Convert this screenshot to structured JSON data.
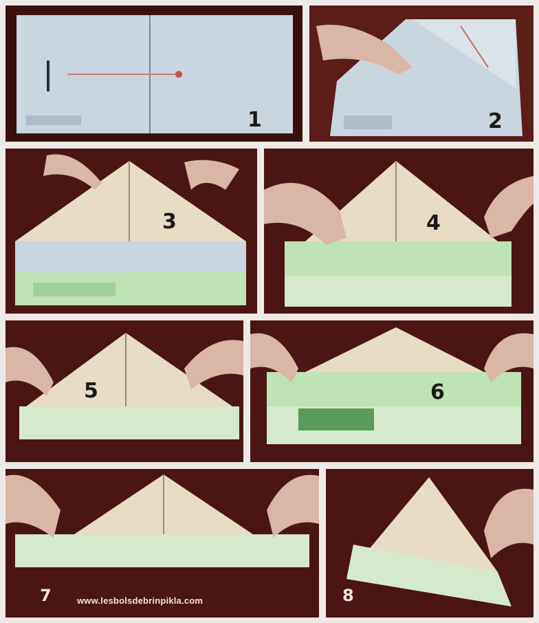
{
  "steps": [
    {
      "label": "1"
    },
    {
      "label": "2"
    },
    {
      "label": "3"
    },
    {
      "label": "4"
    },
    {
      "label": "5"
    },
    {
      "label": "6"
    },
    {
      "label": "7"
    },
    {
      "label": "8"
    }
  ],
  "watermark": "www.lesbolsdebrinpikla.com",
  "colors": {
    "background_table": "#4a1512",
    "paper_blue": "#c9d6e0",
    "paper_cream": "#e8dcc4",
    "paper_green": "#bfe3b4",
    "gutter": "#efeae8"
  }
}
